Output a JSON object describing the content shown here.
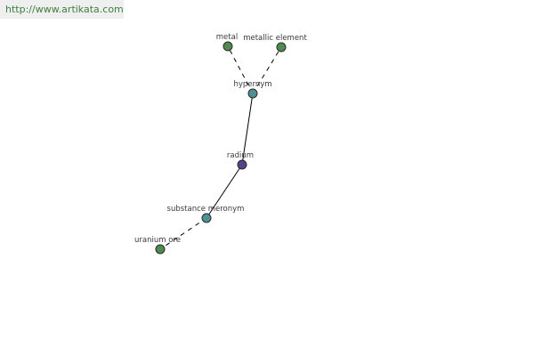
{
  "site_url": "http://www.artikata.com",
  "colors": {
    "term": "#54428f",
    "relation": "#4f8f96",
    "target": "#4f8a4f",
    "edge": "#000000",
    "node_stroke": "#2a2a2a",
    "url_text": "#3f7f3f"
  },
  "nodes": [
    {
      "id": "metal",
      "label": "metal",
      "kind": "target"
    },
    {
      "id": "metallic-element",
      "label": "metallic element",
      "kind": "target"
    },
    {
      "id": "hypernym",
      "label": "hypernym",
      "kind": "relation"
    },
    {
      "id": "radium",
      "label": "radium",
      "kind": "term"
    },
    {
      "id": "substance-meronym",
      "label": "substance meronym",
      "kind": "relation"
    },
    {
      "id": "uranium-ore",
      "label": "uranium ore",
      "kind": "target"
    }
  ],
  "edges": [
    {
      "from": "hypernym",
      "to": "metal",
      "style": "dashed"
    },
    {
      "from": "hypernym",
      "to": "metallic-element",
      "style": "dashed"
    },
    {
      "from": "radium",
      "to": "hypernym",
      "style": "solid"
    },
    {
      "from": "radium",
      "to": "substance-meronym",
      "style": "solid"
    },
    {
      "from": "substance-meronym",
      "to": "uranium-ore",
      "style": "dashed"
    }
  ]
}
